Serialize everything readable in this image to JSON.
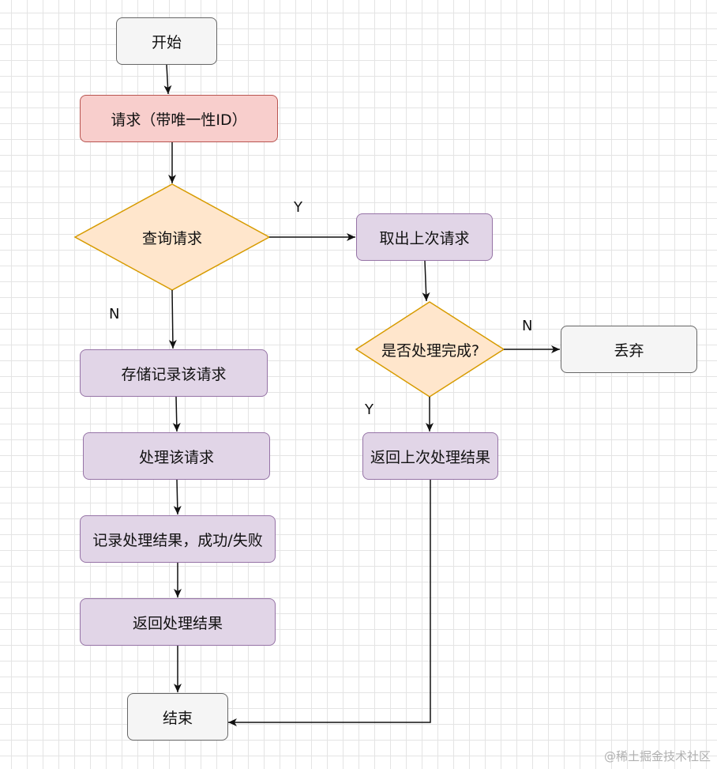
{
  "nodes": {
    "start": "开始",
    "request": "请求（带唯一性ID）",
    "query": "查询请求",
    "fetch_last": "取出上次请求",
    "is_done": "是否处理完成?",
    "discard": "丢弃",
    "store": "存储记录该请求",
    "process": "处理该请求",
    "record_result": "记录处理结果，成功/失败",
    "return_result": "返回处理结果",
    "return_last": "返回上次处理结果",
    "end": "结束"
  },
  "edge_labels": {
    "query_yes": "Y",
    "query_no": "N",
    "done_no": "N",
    "done_yes": "Y"
  },
  "watermark": "@稀土掘金技术社区",
  "colors": {
    "purple_fill": "#e1d5e7",
    "purple_border": "#9673a6",
    "grey_fill": "#f5f5f5",
    "red_fill": "#f8cecc",
    "orange_fill": "#ffe6cc",
    "orange_border": "#d79b00"
  }
}
